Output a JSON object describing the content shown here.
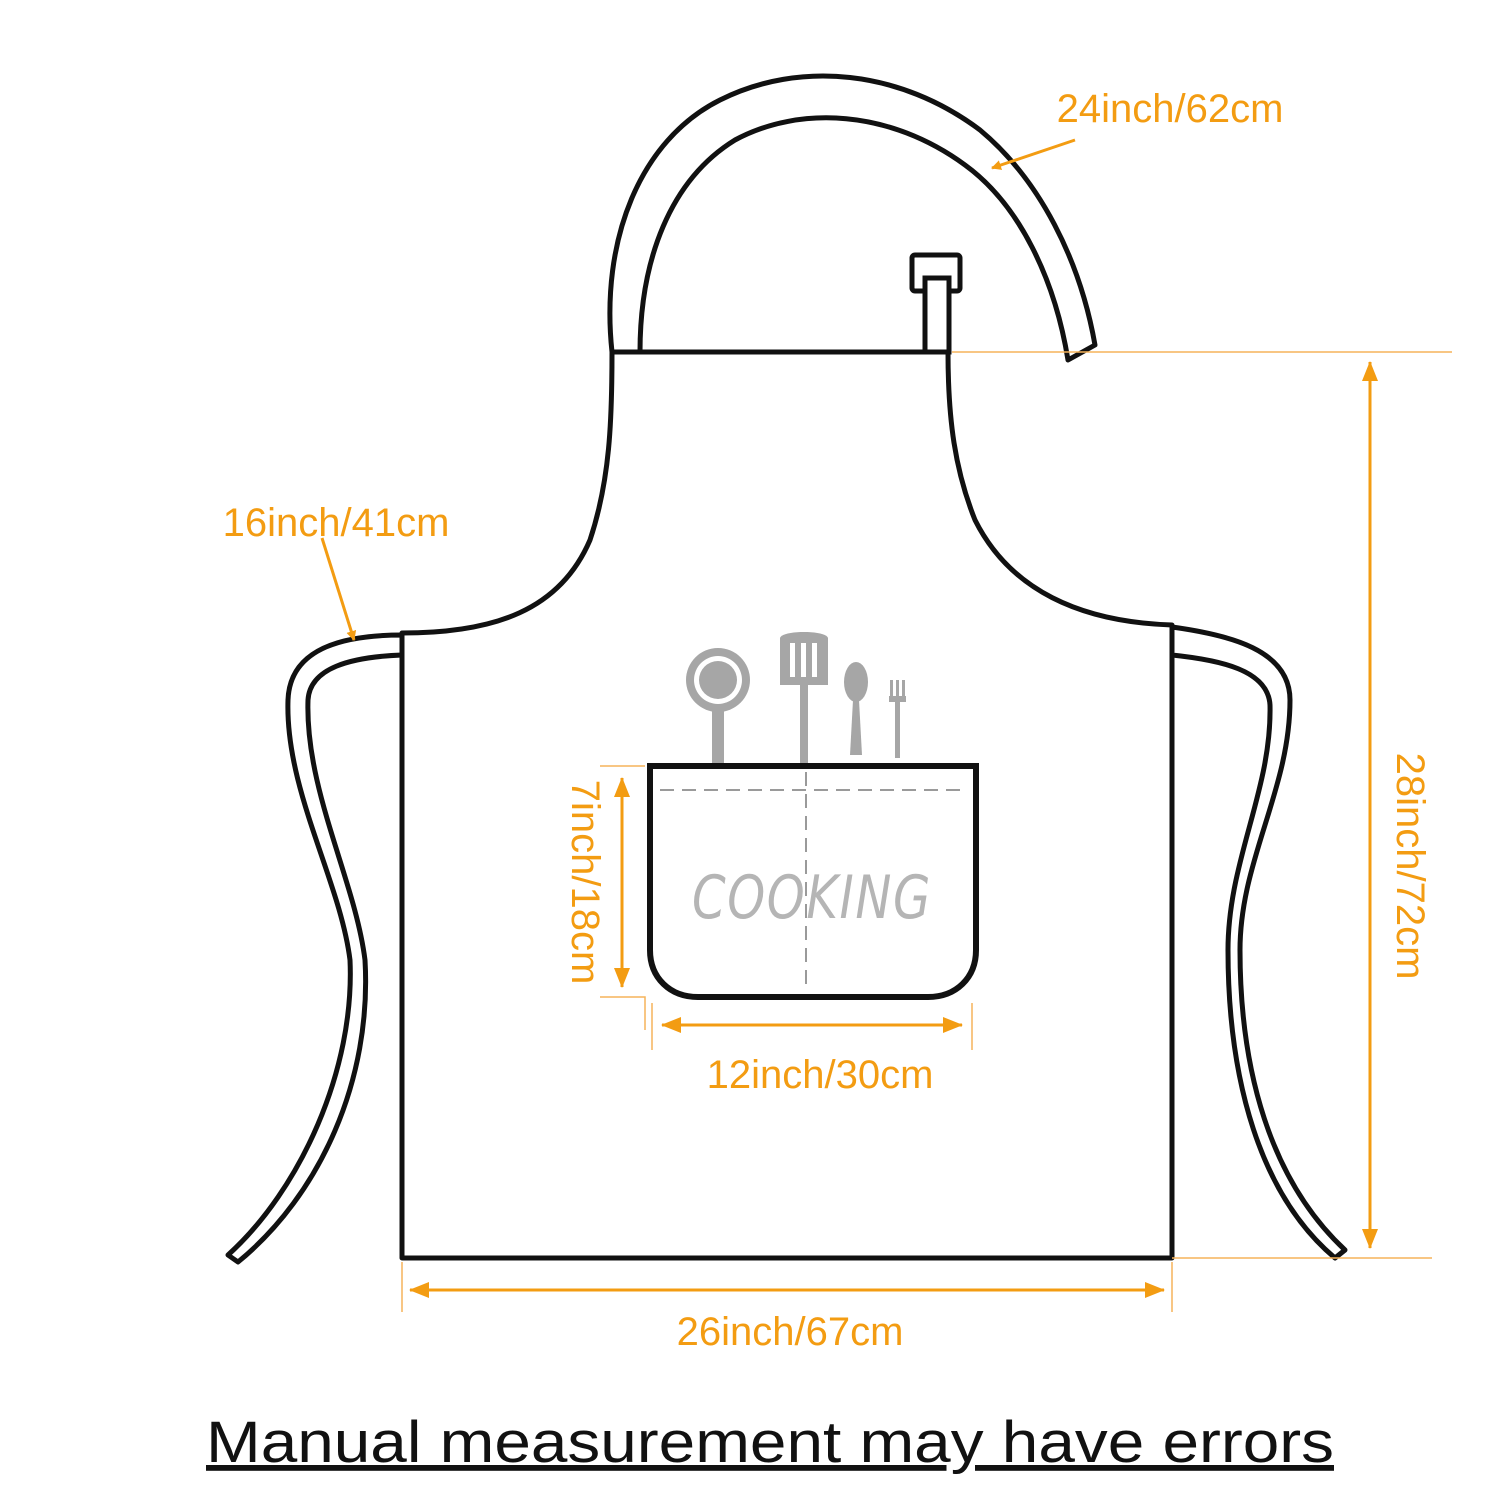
{
  "dimensions": {
    "neck_strap": "24inch/62cm",
    "waist_tie": "16inch/41cm",
    "pocket_height": "7inch/18cm",
    "pocket_width": "12inch/30cm",
    "total_height": "28inch/72cm",
    "total_width": "26inch/67cm"
  },
  "pocket_label": "COOKING",
  "note": "Manual measurement may have errors",
  "colors": {
    "dimension": "#f39c12",
    "outline": "#111111",
    "print": "#a6a6a6"
  },
  "icons": [
    "frying-pan-icon",
    "spatula-icon",
    "spoon-icon",
    "fork-icon"
  ]
}
